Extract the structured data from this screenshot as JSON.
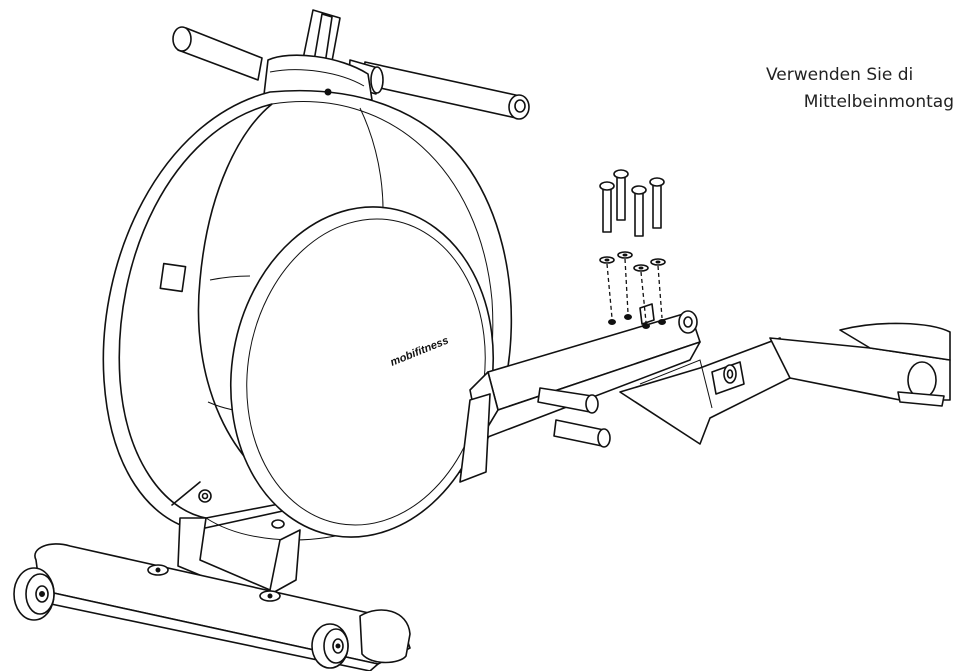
{
  "caption": {
    "line1": "Verwenden Sie di",
    "line2": "Mittelbeinmontag"
  },
  "brand_label": "mobifitness",
  "colors": {
    "line": "#111111",
    "background": "#ffffff",
    "text": "#222222"
  }
}
